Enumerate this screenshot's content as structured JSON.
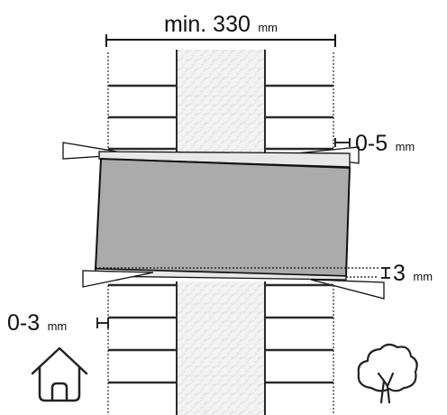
{
  "labels": {
    "width_value": "min. 330",
    "width_unit": "mm",
    "top_gap_value": "0-5",
    "top_gap_unit": "mm",
    "bottom_gap_value": "3",
    "bottom_gap_unit": "mm",
    "side_gap_value": "0-3",
    "side_gap_unit": "mm"
  },
  "icons": {
    "left": "house-icon",
    "right": "tree-icon"
  },
  "colors": {
    "block": "#ababab",
    "core": "#f2f2f2",
    "line": "#111111",
    "brick_lines": "#2a2a2a"
  }
}
